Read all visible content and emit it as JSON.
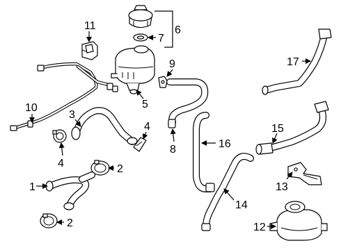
{
  "callouts": {
    "c1": "1",
    "c2a": "2",
    "c2b": "2",
    "c3": "3",
    "c4a": "4",
    "c4b": "4",
    "c5": "5",
    "c6": "6",
    "c7": "7",
    "c8": "8",
    "c9": "9",
    "c10": "10",
    "c11": "11",
    "c12": "12",
    "c13": "13",
    "c14": "14",
    "c15": "15",
    "c16": "16",
    "c17": "17"
  },
  "colors": {
    "line": "#000000",
    "background": "#ffffff"
  }
}
